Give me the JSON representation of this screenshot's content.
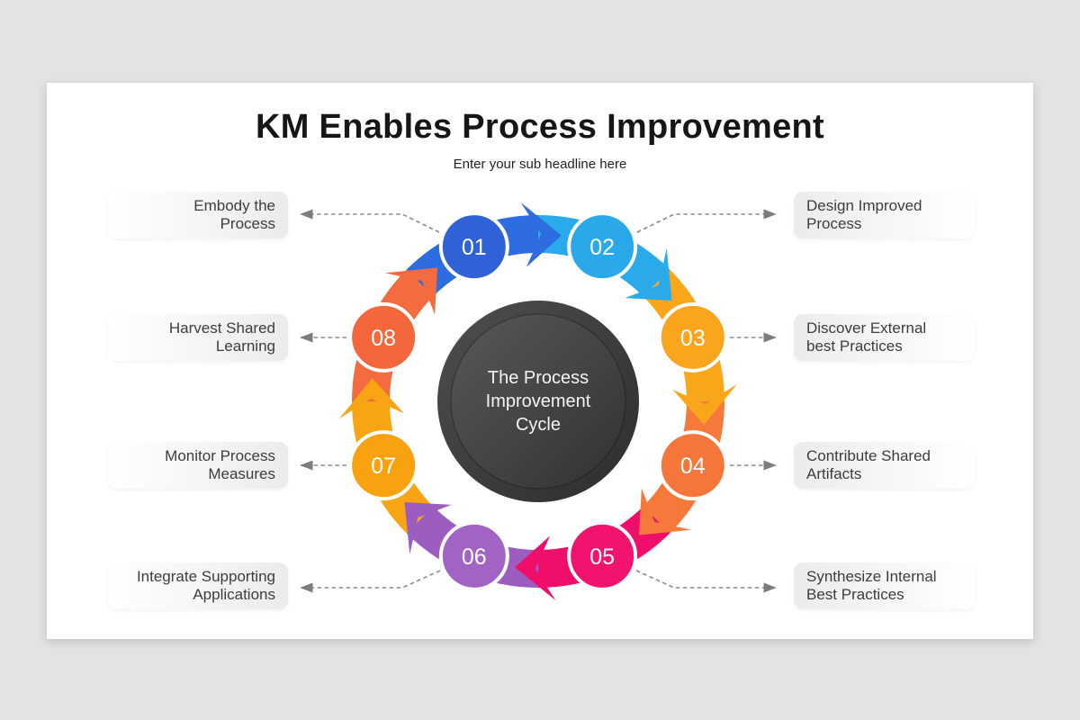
{
  "header": {
    "title": "KM Enables Process Improvement",
    "subtitle": "Enter your sub headline here"
  },
  "center": {
    "text": "The Process Improvement Cycle"
  },
  "steps": [
    {
      "num": "01",
      "color": "#2e62d6",
      "arrow": "#2e6ce2",
      "label": "Embody the\nProcess",
      "side": "left"
    },
    {
      "num": "02",
      "color": "#29a8ea",
      "arrow": "#2aa9eb",
      "label": "Design Improved\nProcess",
      "side": "right"
    },
    {
      "num": "03",
      "color": "#f9a51d",
      "arrow": "#faa61a",
      "label": "Discover External\nbest Practices",
      "side": "right"
    },
    {
      "num": "04",
      "color": "#f5763a",
      "arrow": "#f6793c",
      "label": "Contribute Shared\nArtifacts",
      "side": "right"
    },
    {
      "num": "05",
      "color": "#f2136e",
      "arrow": "#ef0f6a",
      "label": "Synthesize Internal\nBest Practices",
      "side": "right"
    },
    {
      "num": "06",
      "color": "#a163c4",
      "arrow": "#9d5dc0",
      "label": "Integrate Supporting\nApplications",
      "side": "left"
    },
    {
      "num": "07",
      "color": "#f9a210",
      "arrow": "#f9a513",
      "label": "Monitor Process\nMeasures",
      "side": "left"
    },
    {
      "num": "08",
      "color": "#f4673d",
      "arrow": "#f46b40",
      "label": "Harvest Shared\nLearning",
      "side": "left"
    }
  ],
  "colors": {
    "page_bg": "#e3e3e5",
    "canvas": "#ffffff",
    "connector": "#8a8a8a",
    "center_dark": "#3a3a3a"
  }
}
